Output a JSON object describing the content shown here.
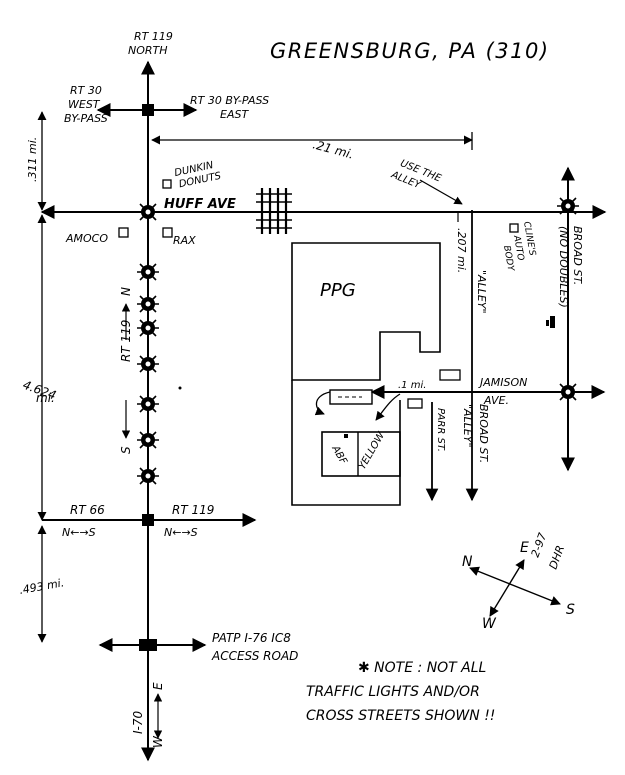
{
  "map": {
    "title": "GREENSBURG, PA (310)",
    "roads": {
      "rt119_north": [
        "RT 119",
        "NORTH"
      ],
      "rt30_west": [
        "RT 30",
        "WEST",
        "BY-PASS"
      ],
      "rt30_east": [
        "RT 30 BY-PASS",
        "EAST"
      ],
      "huff_ave": "HUFF AVE",
      "broad_st_top": [
        "BROAD ST.",
        "(NO DOUBLES)"
      ],
      "alley_vertical": "\"ALLEY\"",
      "use_the_alley": [
        "USE THE",
        "ALLEY"
      ],
      "jamison": [
        "JAMISON",
        "AVE."
      ],
      "broad_st_bottom": [
        "BROAD ST.",
        "\"ALLEY\""
      ],
      "parr_st": "PARR ST.",
      "rt119_vertical": "RT 119",
      "rt66": "RT 66",
      "rt119_lower": "RT 119",
      "patp": [
        "PATP I-76 IC8",
        "ACCESS ROAD"
      ],
      "i70": "I-70",
      "n_label": "N",
      "s_label": "S",
      "e_label": "E",
      "w_label": "W",
      "ns_arrow": "N←→S"
    },
    "places": {
      "dunkin": [
        "DUNKIN",
        "DONUTS"
      ],
      "amoco": "AMOCO",
      "rax": "RAX",
      "ppg": "PPG",
      "clines": [
        "CLINE'S",
        "AUTO",
        "BODY"
      ],
      "abf": "ABF",
      "yellow": "YELLOW"
    },
    "distances": {
      "d311": ".311 mi.",
      "d21": ".21 mi.",
      "d207": ".207 mi.",
      "d4624": [
        "4.624",
        "mi."
      ],
      "d1": ".1 mi.",
      "d493": ".493 mi."
    },
    "compass": {
      "n": "N",
      "e": "E",
      "s": "S",
      "w": "W",
      "stamp": [
        "2-97",
        "DHR"
      ]
    },
    "note": [
      "✱ NOTE : NOT ALL",
      "TRAFFIC LIGHTS AND/OR",
      "CROSS STREETS SHOWN !!"
    ]
  }
}
